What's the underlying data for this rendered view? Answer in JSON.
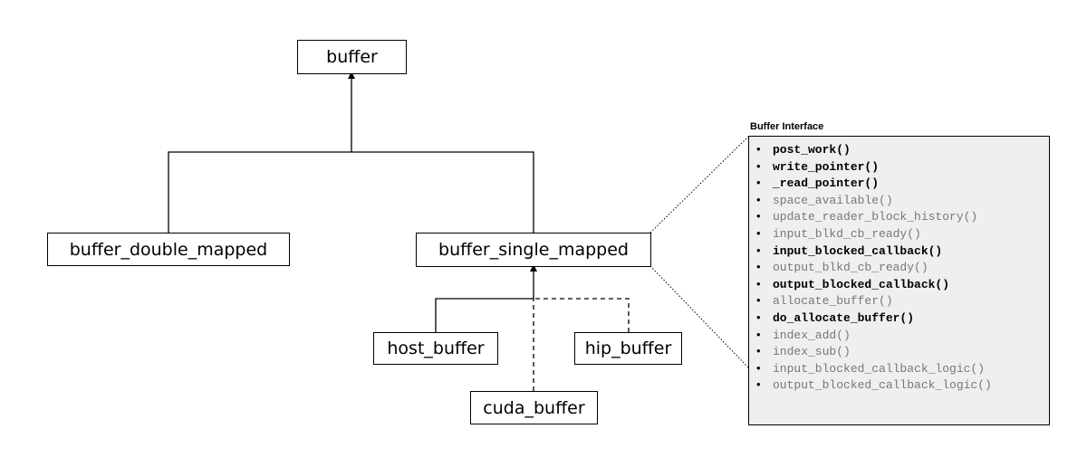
{
  "nodes": {
    "buffer": "buffer",
    "buffer_double_mapped": "buffer_double_mapped",
    "buffer_single_mapped": "buffer_single_mapped",
    "host_buffer": "host_buffer",
    "hip_buffer": "hip_buffer",
    "cuda_buffer": "cuda_buffer"
  },
  "interface": {
    "title": "Buffer Interface",
    "methods": [
      {
        "name": "post_work()",
        "bold": true
      },
      {
        "name": "write_pointer()",
        "bold": true
      },
      {
        "name": "_read_pointer()",
        "bold": true
      },
      {
        "name": "space_available()",
        "bold": false
      },
      {
        "name": "update_reader_block_history()",
        "bold": false
      },
      {
        "name": "input_blkd_cb_ready()",
        "bold": false
      },
      {
        "name": "input_blocked_callback()",
        "bold": true
      },
      {
        "name": "output_blkd_cb_ready()",
        "bold": false
      },
      {
        "name": "output_blocked_callback()",
        "bold": true
      },
      {
        "name": "allocate_buffer()",
        "bold": false
      },
      {
        "name": "do_allocate_buffer()",
        "bold": true
      },
      {
        "name": "index_add()",
        "bold": false
      },
      {
        "name": "index_sub()",
        "bold": false
      },
      {
        "name": "input_blocked_callback_logic()",
        "bold": false
      },
      {
        "name": "output_blocked_callback_logic()",
        "bold": false
      }
    ]
  },
  "colors": {
    "panel_background": "#efefef",
    "bold_text": "#000000",
    "regular_text": "#777777",
    "line": "#000000"
  }
}
